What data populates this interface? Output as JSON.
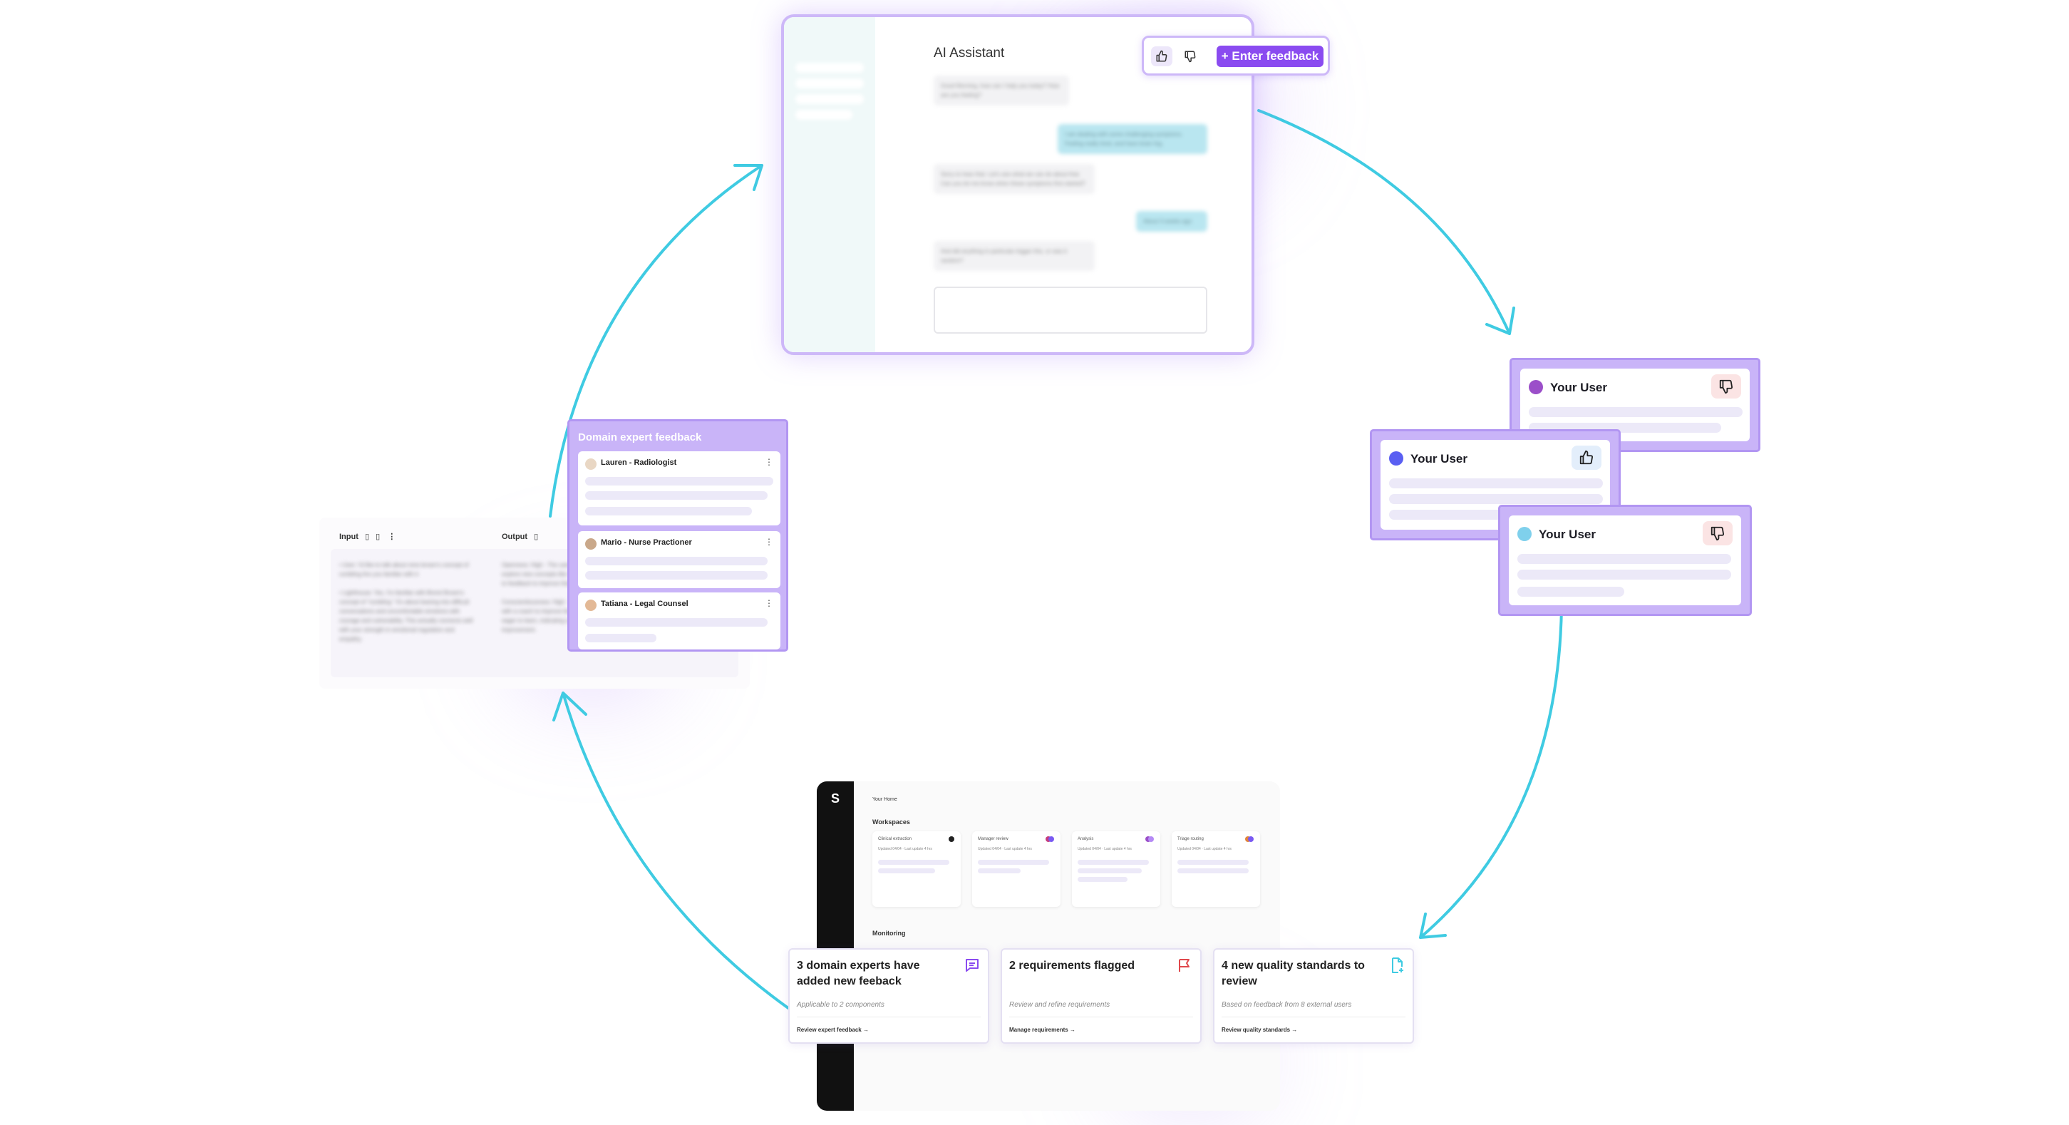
{
  "colors": {
    "cycle_arrow": "#3fcbe2",
    "accent_purple": "#8a4bf0",
    "card_purple": "#c9b4f8",
    "dislike_red_bg": "#fbe4e4",
    "like_blue_bg": "#e3eefb"
  },
  "assistant": {
    "title": "AI Assistant",
    "messages": [
      {
        "role": "bot",
        "text": "Good Morning, how can I help you today? How are you feeling?"
      },
      {
        "role": "user",
        "text": "I am dealing with some challenging symptoms. Feeling really tired, and have brain fog."
      },
      {
        "role": "bot",
        "text": "Sorry to hear that. Let's see what we can do about that. Can you let me know when these symptoms first started?"
      },
      {
        "role": "user",
        "text": "About 3 weeks ago"
      },
      {
        "role": "bot",
        "text": "And did anything in particular trigger this, or was it random?"
      }
    ],
    "like_icon": "thumbs-up-icon",
    "dislike_icon": "thumbs-down-icon",
    "enter_feedback_label": "+ Enter feedback"
  },
  "user_feedback": [
    {
      "name": "Your User",
      "dot_color": "#9b4fc9",
      "reaction": "thumbs-down-icon"
    },
    {
      "name": "Your User",
      "dot_color": "#5a5ff2",
      "reaction": "thumbs-up-icon"
    },
    {
      "name": "Your User",
      "dot_color": "#7fd0ec",
      "reaction": "thumbs-down-icon"
    }
  ],
  "workspace": {
    "home_label": "Your Home",
    "workspaces_heading": "Workspaces",
    "cards": [
      {
        "title": "Clinical extraction",
        "meta": "Updated 04/04 · Last update 4 hrs"
      },
      {
        "title": "Manager review",
        "meta": "Updated 04/04 · Last update 4 hrs"
      },
      {
        "title": "Analysis",
        "meta": "Updated 04/04 · Last update 4 hrs"
      },
      {
        "title": "Triage routing",
        "meta": "Updated 04/04 · Last update 4 hrs"
      }
    ],
    "monitoring_heading": "Monitoring",
    "monitoring": [
      {
        "title": "3 domain experts have added new feeback",
        "subtitle": "Applicable to 2 components",
        "link": "Review expert feedback",
        "icon": "chat-icon"
      },
      {
        "title": "2 requirements flagged",
        "subtitle": "Review and refine requirements",
        "link": "Manage requirements",
        "icon": "flag-icon"
      },
      {
        "title": "4 new quality standards to review",
        "subtitle": "Based on feedback from 8 external users",
        "link": "Review quality standards",
        "icon": "document-plus-icon"
      }
    ]
  },
  "expert_panel": {
    "input_label": "Input",
    "output_label": "Output",
    "input_text": "• User: I'd like to talk about rene brown's concept of rumbling Are you familiar with it\n\n• Lighthouse: Yes, I'm familiar with Brené Brown's concept of \"rumbling.\" It's about leaning into difficult conversations and uncomfortable emotions with courage and vulnerability. This actually connects well with your strength in emotional regulation and empathy.",
    "output_text": "Openness: High - The user expresses a desire to explore new concepts like \"rumbling\" and is open to feedback to improve their skills.\n\nConscientiousness: High - The user is working with a coach to improve their performance and is eager to learn, indicating a desire for self-improvement.",
    "heading": "Domain expert feedback",
    "experts": [
      {
        "name": "Lauren - Radiologist"
      },
      {
        "name": "Mario - Nurse Practioner"
      },
      {
        "name": "Tatiana - Legal Counsel"
      }
    ]
  }
}
